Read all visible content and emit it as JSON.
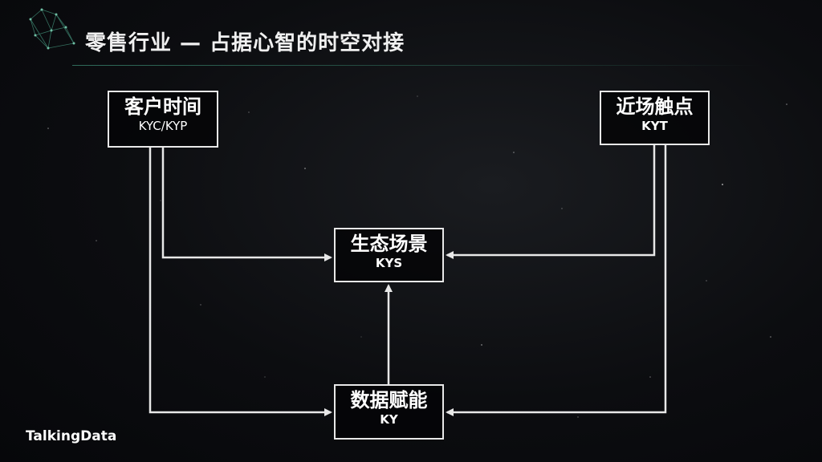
{
  "slide": {
    "title": "零售行业 — 占据心智的时空对接",
    "brand": "TalkingData"
  },
  "nodes": {
    "kyc": {
      "label": "客户时间",
      "code": "KYC/KYP"
    },
    "kyt": {
      "label": "近场触点",
      "code": "KYT"
    },
    "kys": {
      "label": "生态场景",
      "code": "KYS"
    },
    "ky": {
      "label": "数据赋能",
      "code": "KY"
    }
  },
  "edges": [
    {
      "from": "客户时间",
      "to": "生态场景"
    },
    {
      "from": "客户时间",
      "to": "数据赋能"
    },
    {
      "from": "近场触点",
      "to": "生态场景"
    },
    {
      "from": "近场触点",
      "to": "数据赋能"
    },
    {
      "from": "数据赋能",
      "to": "生态场景"
    }
  ],
  "colors": {
    "background": "#0c0d10",
    "line": "#e8e8e8",
    "accent": "#2f6b5a"
  }
}
